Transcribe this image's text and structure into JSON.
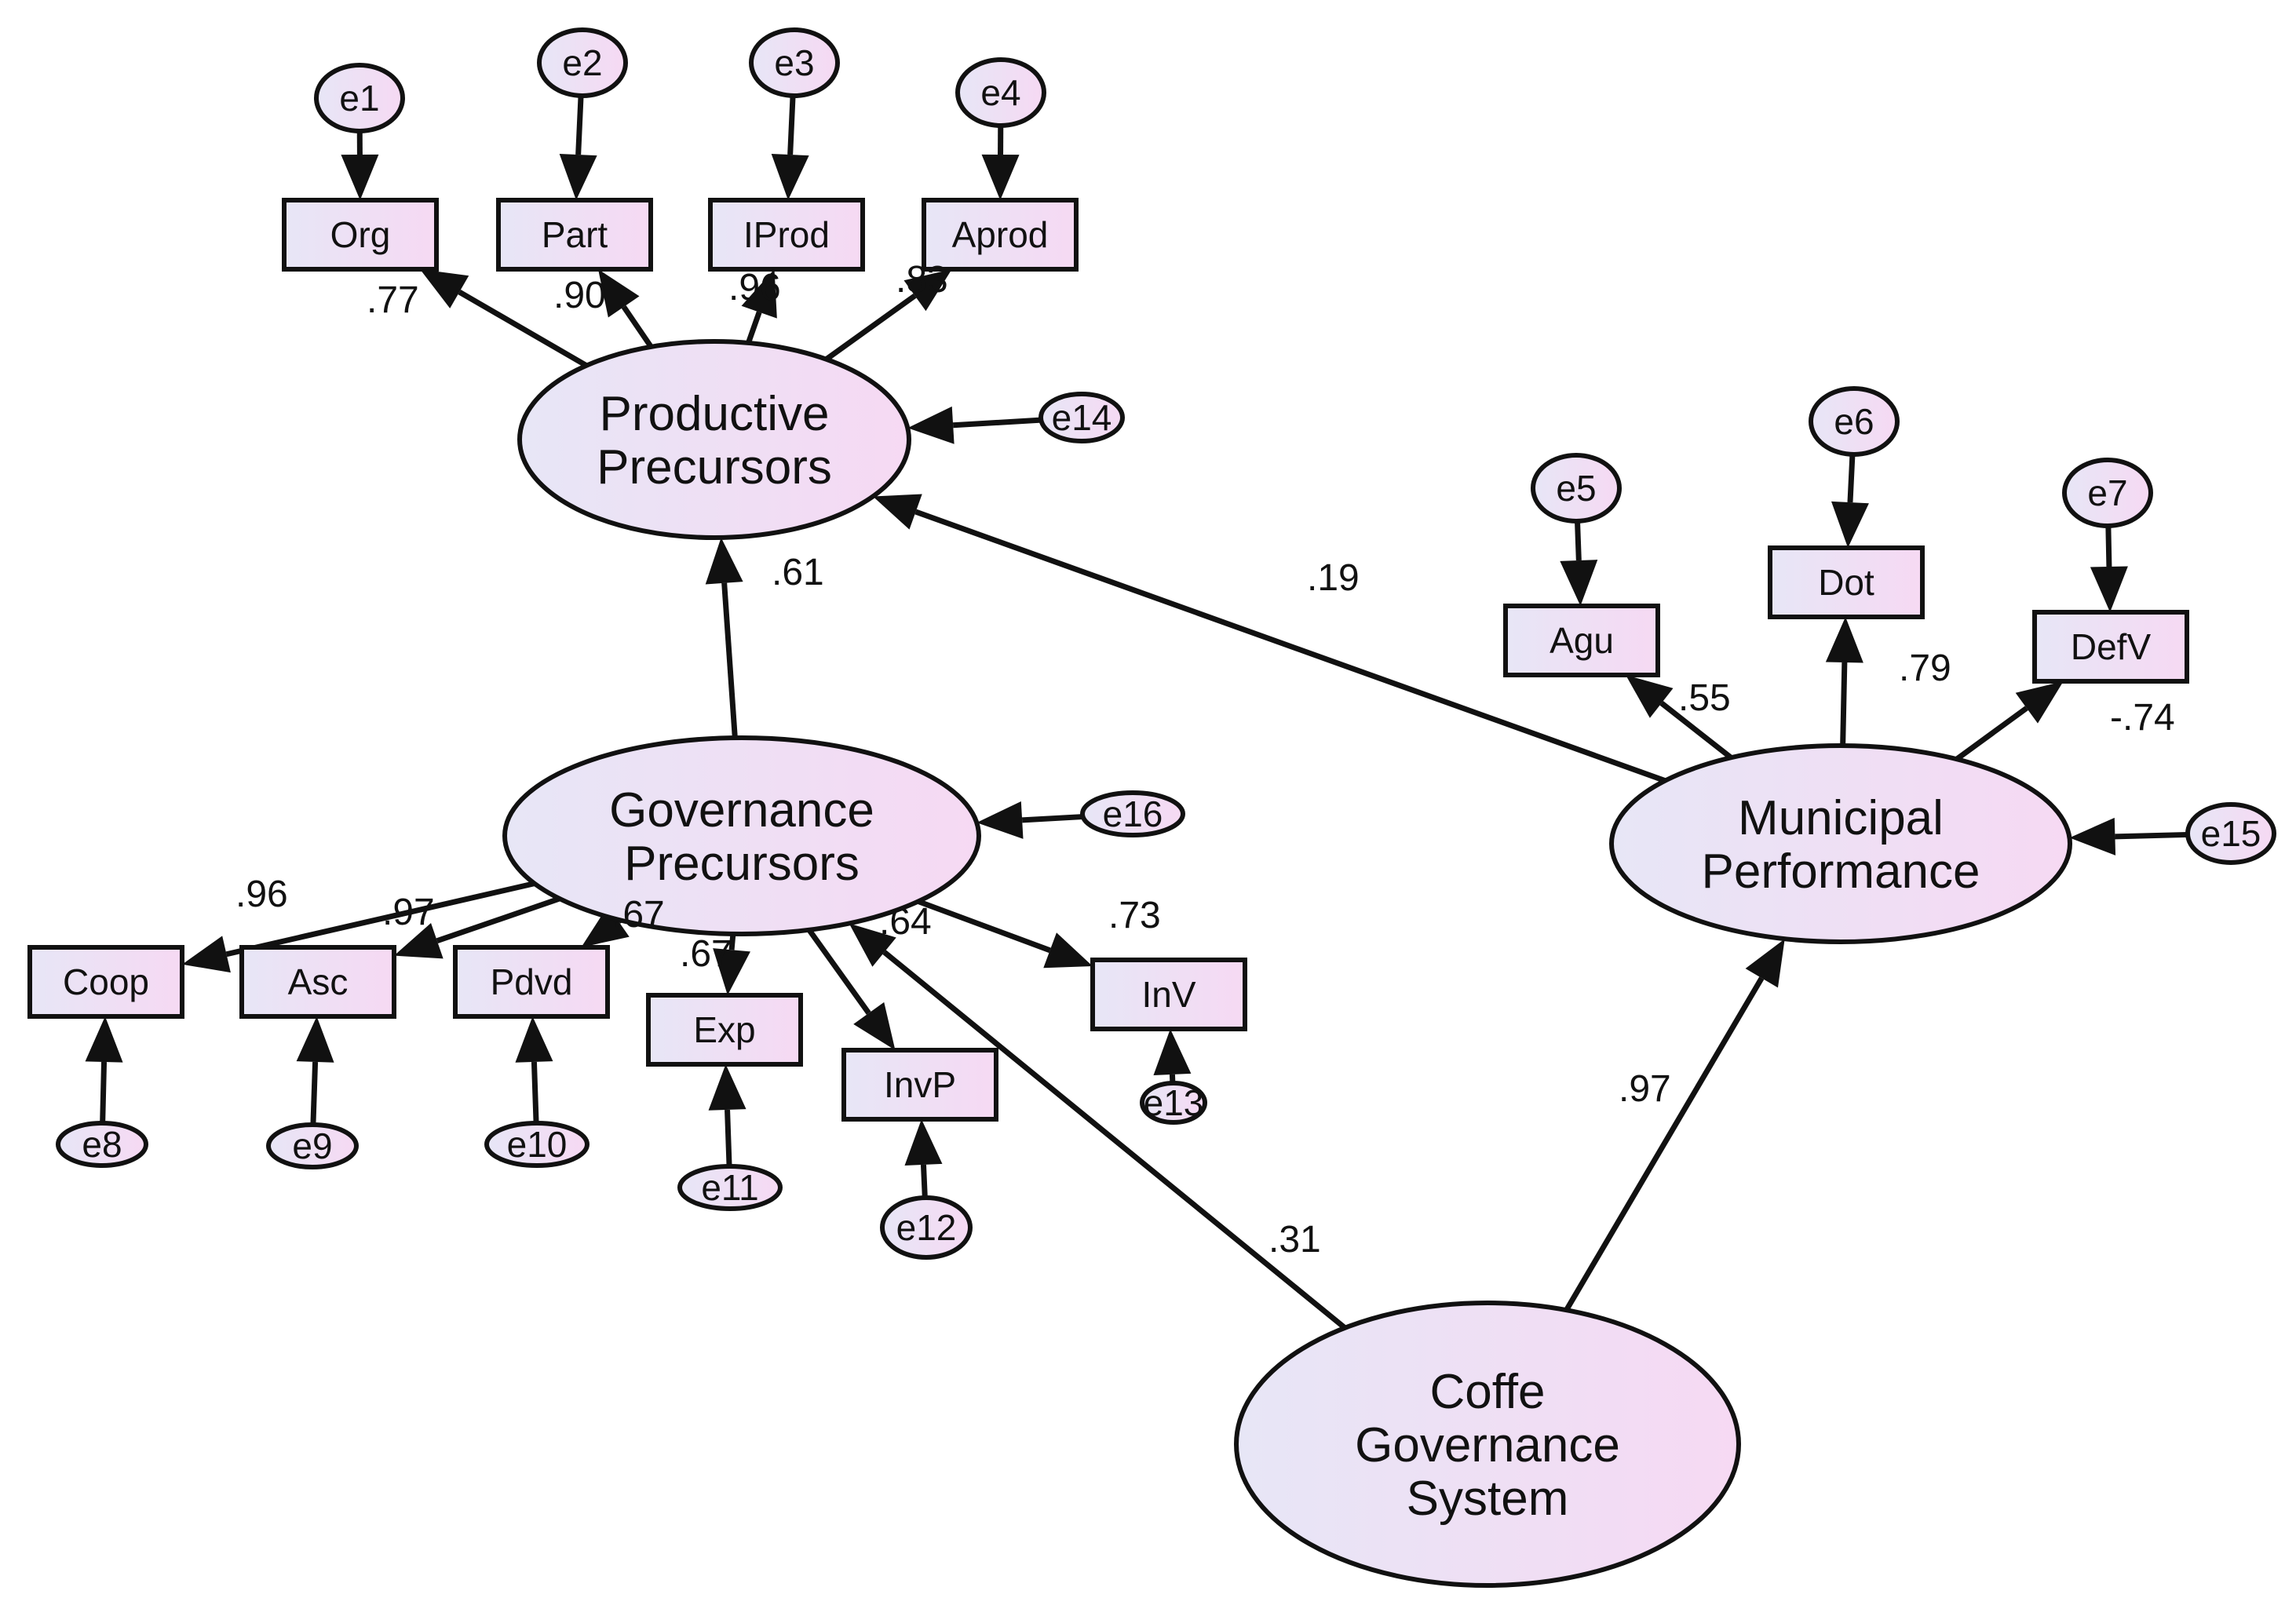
{
  "colors": {
    "node_fill_start": "#e7e6f6",
    "node_fill_end": "#f6d9f3",
    "stroke": "#111111"
  },
  "latents": [
    {
      "id": "PP",
      "lines": [
        "Productive",
        "Precursors"
      ]
    },
    {
      "id": "GP",
      "lines": [
        "Governance",
        "Precursors"
      ]
    },
    {
      "id": "MP",
      "lines": [
        "Municipal",
        "Performance"
      ]
    },
    {
      "id": "CG",
      "lines": [
        "Coffe",
        "Governance",
        "System"
      ]
    }
  ],
  "indicators": [
    {
      "id": "Org",
      "label": "Org"
    },
    {
      "id": "Part",
      "label": "Part"
    },
    {
      "id": "IProd",
      "label": "IProd"
    },
    {
      "id": "Aprod",
      "label": "Aprod"
    },
    {
      "id": "Agu",
      "label": "Agu"
    },
    {
      "id": "Dot",
      "label": "Dot"
    },
    {
      "id": "DefV",
      "label": "DefV"
    },
    {
      "id": "Coop",
      "label": "Coop"
    },
    {
      "id": "Asc",
      "label": "Asc"
    },
    {
      "id": "Pdvd",
      "label": "Pdvd"
    },
    {
      "id": "Exp",
      "label": "Exp"
    },
    {
      "id": "InvP",
      "label": "InvP"
    },
    {
      "id": "InV",
      "label": "InV"
    }
  ],
  "errors": [
    {
      "id": "e1",
      "label": "e1"
    },
    {
      "id": "e2",
      "label": "e2"
    },
    {
      "id": "e3",
      "label": "e3"
    },
    {
      "id": "e4",
      "label": "e4"
    },
    {
      "id": "e5",
      "label": "e5"
    },
    {
      "id": "e6",
      "label": "e6"
    },
    {
      "id": "e7",
      "label": "e7"
    },
    {
      "id": "e8",
      "label": "e8"
    },
    {
      "id": "e9",
      "label": "e9"
    },
    {
      "id": "e10",
      "label": "e10"
    },
    {
      "id": "e11",
      "label": "e11"
    },
    {
      "id": "e12",
      "label": "e12"
    },
    {
      "id": "e13",
      "label": "e13"
    },
    {
      "id": "e14",
      "label": "e14"
    },
    {
      "id": "e15",
      "label": "e15"
    },
    {
      "id": "e16",
      "label": "e16"
    }
  ],
  "paths": [
    {
      "from": "e1",
      "to": "Org",
      "coef": ""
    },
    {
      "from": "e2",
      "to": "Part",
      "coef": ""
    },
    {
      "from": "e3",
      "to": "IProd",
      "coef": ""
    },
    {
      "from": "e4",
      "to": "Aprod",
      "coef": ""
    },
    {
      "from": "PP",
      "to": "Org",
      "coef": ".77"
    },
    {
      "from": "PP",
      "to": "Part",
      "coef": ".90"
    },
    {
      "from": "PP",
      "to": "IProd",
      "coef": ".96"
    },
    {
      "from": "PP",
      "to": "Aprod",
      "coef": ".83"
    },
    {
      "from": "e14",
      "to": "PP",
      "coef": ""
    },
    {
      "from": "GP",
      "to": "PP",
      "coef": ".61"
    },
    {
      "from": "MP",
      "to": "PP",
      "coef": ".19"
    },
    {
      "from": "e5",
      "to": "Agu",
      "coef": ""
    },
    {
      "from": "e6",
      "to": "Dot",
      "coef": ""
    },
    {
      "from": "e7",
      "to": "DefV",
      "coef": ""
    },
    {
      "from": "MP",
      "to": "Agu",
      "coef": ".55"
    },
    {
      "from": "MP",
      "to": "Dot",
      "coef": ".79"
    },
    {
      "from": "MP",
      "to": "DefV",
      "coef": "-.74"
    },
    {
      "from": "e15",
      "to": "MP",
      "coef": ""
    },
    {
      "from": "e16",
      "to": "GP",
      "coef": ""
    },
    {
      "from": "GP",
      "to": "Coop",
      "coef": ".96"
    },
    {
      "from": "GP",
      "to": "Asc",
      "coef": ".97"
    },
    {
      "from": "GP",
      "to": "Pdvd",
      "coef": ".67"
    },
    {
      "from": "GP",
      "to": "Exp",
      "coef": ".67"
    },
    {
      "from": "GP",
      "to": "InvP",
      "coef": ".64"
    },
    {
      "from": "GP",
      "to": "InV",
      "coef": ".73"
    },
    {
      "from": "e8",
      "to": "Coop",
      "coef": ""
    },
    {
      "from": "e9",
      "to": "Asc",
      "coef": ""
    },
    {
      "from": "e10",
      "to": "Pdvd",
      "coef": ""
    },
    {
      "from": "e11",
      "to": "Exp",
      "coef": ""
    },
    {
      "from": "e12",
      "to": "InvP",
      "coef": ""
    },
    {
      "from": "e13",
      "to": "InV",
      "coef": ""
    },
    {
      "from": "CG",
      "to": "GP",
      "coef": ".31"
    },
    {
      "from": "CG",
      "to": "MP",
      "coef": ".97"
    }
  ]
}
